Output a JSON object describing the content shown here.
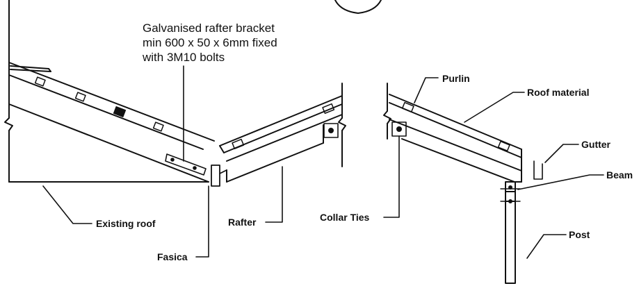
{
  "colors": {
    "ink": "#111111",
    "background": "#ffffff"
  },
  "labels": {
    "bracket_line1": "Galvanised rafter bracket",
    "bracket_line2": "min 600 x 50 x 6mm fixed",
    "bracket_line3": "with 3M10 bolts",
    "purlin": "Purlin",
    "roof_material": "Roof material",
    "gutter": "Gutter",
    "beam": "Beam",
    "existing_roof": "Existing roof",
    "rafter": "Rafter",
    "collar_ties": "Collar Ties",
    "post": "Post",
    "fasica": "Fasica"
  }
}
